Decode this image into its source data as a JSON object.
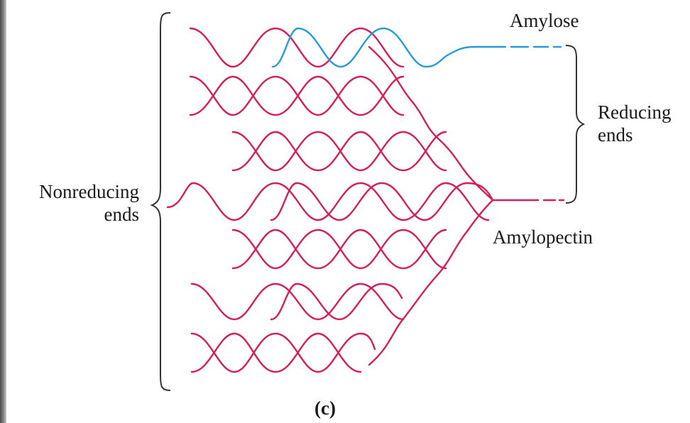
{
  "colors": {
    "amylopectin": "#d11f5c",
    "amylose": "#2a9ad7",
    "brace": "#333333",
    "text": "#1a1a1a"
  },
  "labels": {
    "amylose": "Amylose",
    "reducing_line1": "Reducing",
    "reducing_line2": "ends",
    "nonreducing_line1": "Nonreducing",
    "nonreducing_line2": "ends",
    "amylopectin": "Amylopectin",
    "panel": "(c)"
  }
}
